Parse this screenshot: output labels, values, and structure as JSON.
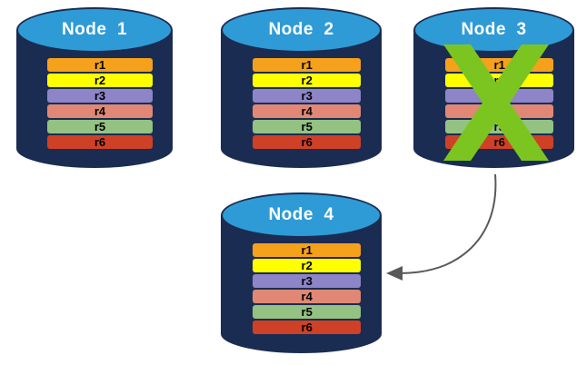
{
  "diagram": {
    "title_font_color": "#ffffff",
    "node_body_color": "#1b2c52",
    "node_top_color": "#2e9bd6",
    "failure_mark_color": "#7cc521",
    "arrow_color": "#58595b",
    "record_colors": [
      "#f5a11b",
      "#ffff00",
      "#8d85c8",
      "#e08875",
      "#93c283",
      "#cf4126"
    ],
    "records": [
      {
        "label": "r1",
        "color": "#f5a11b"
      },
      {
        "label": "r2",
        "color": "#ffff00"
      },
      {
        "label": "r3",
        "color": "#8d85c8"
      },
      {
        "label": "r4",
        "color": "#e08875"
      },
      {
        "label": "r5",
        "color": "#93c283"
      },
      {
        "label": "r6",
        "color": "#cf4126"
      }
    ],
    "nodes": [
      {
        "id": "node-1",
        "title": "Node  1",
        "failed": false,
        "records": [
          {
            "label": "r1",
            "color": "#f5a11b"
          },
          {
            "label": "r2",
            "color": "#ffff00"
          },
          {
            "label": "r3",
            "color": "#8d85c8"
          },
          {
            "label": "r4",
            "color": "#e08875"
          },
          {
            "label": "r5",
            "color": "#93c283"
          },
          {
            "label": "r6",
            "color": "#cf4126"
          }
        ]
      },
      {
        "id": "node-2",
        "title": "Node  2",
        "failed": false,
        "records": [
          {
            "label": "r1",
            "color": "#f5a11b"
          },
          {
            "label": "r2",
            "color": "#ffff00"
          },
          {
            "label": "r3",
            "color": "#8d85c8"
          },
          {
            "label": "r4",
            "color": "#e08875"
          },
          {
            "label": "r5",
            "color": "#93c283"
          },
          {
            "label": "r6",
            "color": "#cf4126"
          }
        ]
      },
      {
        "id": "node-3",
        "title": "Node  3",
        "failed": true,
        "records": [
          {
            "label": "r1",
            "color": "#f5a11b"
          },
          {
            "label": "r2",
            "color": "#ffff00"
          },
          {
            "label": "r3",
            "color": "#8d85c8"
          },
          {
            "label": "r4",
            "color": "#e08875"
          },
          {
            "label": "r5",
            "color": "#93c283"
          },
          {
            "label": "r6",
            "color": "#cf4126"
          }
        ]
      },
      {
        "id": "node-4",
        "title": "Node  4",
        "failed": false,
        "records": [
          {
            "label": "r1",
            "color": "#f5a11b"
          },
          {
            "label": "r2",
            "color": "#ffff00"
          },
          {
            "label": "r3",
            "color": "#8d85c8"
          },
          {
            "label": "r4",
            "color": "#e08875"
          },
          {
            "label": "r5",
            "color": "#93c283"
          },
          {
            "label": "r6",
            "color": "#cf4126"
          }
        ]
      }
    ]
  }
}
